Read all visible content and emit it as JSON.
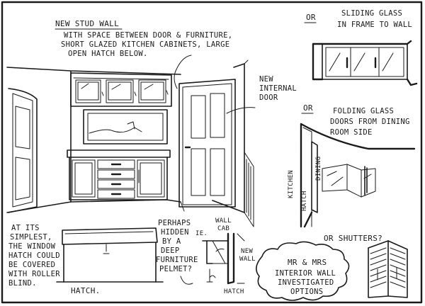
{
  "notes": {
    "title": "NEW STUD WALL",
    "description": [
      "WITH SPACE BETWEEN DOOR & FURNITURE,",
      "SHORT GLAZED KITCHEN CABINETS, LARGE",
      "OPEN HATCH BELOW."
    ],
    "internal_door": [
      "NEW",
      "INTERNAL",
      "DOOR"
    ],
    "option_or_1": "OR",
    "sliding_glass": [
      "SLIDING GLASS",
      "IN FRAME TO WALL"
    ],
    "option_or_2": "OR",
    "folding_glass": [
      "FOLDING GLASS",
      "DOORS FROM DINING",
      "ROOM SIDE"
    ],
    "kitchen_label": "KITCHEN",
    "hatch_label": "HATCH",
    "dining_label": "DINING",
    "shutters": "OR SHUTTERS?",
    "simplest": [
      "AT ITS",
      "SIMPLEST,",
      "THE WINDOW",
      "HATCH COULD",
      "BE COVERED",
      "WITH ROLLER",
      "BLIND."
    ],
    "hatch_caption": "HATCH.",
    "pelmet": [
      "PERHAPS",
      "HIDDEN",
      "BY A",
      "DEEP",
      "FURNITURE",
      "PELMET?"
    ],
    "ie_label": "IE.",
    "wall_cab": [
      "WALL",
      "CAB"
    ],
    "new_wall": [
      "NEW",
      "WALL"
    ],
    "hatch_small": "HATCH",
    "client_note": [
      "MR & MRS",
      "INTERIOR WALL",
      "INVESTIGATED",
      "OPTIONS"
    ]
  }
}
